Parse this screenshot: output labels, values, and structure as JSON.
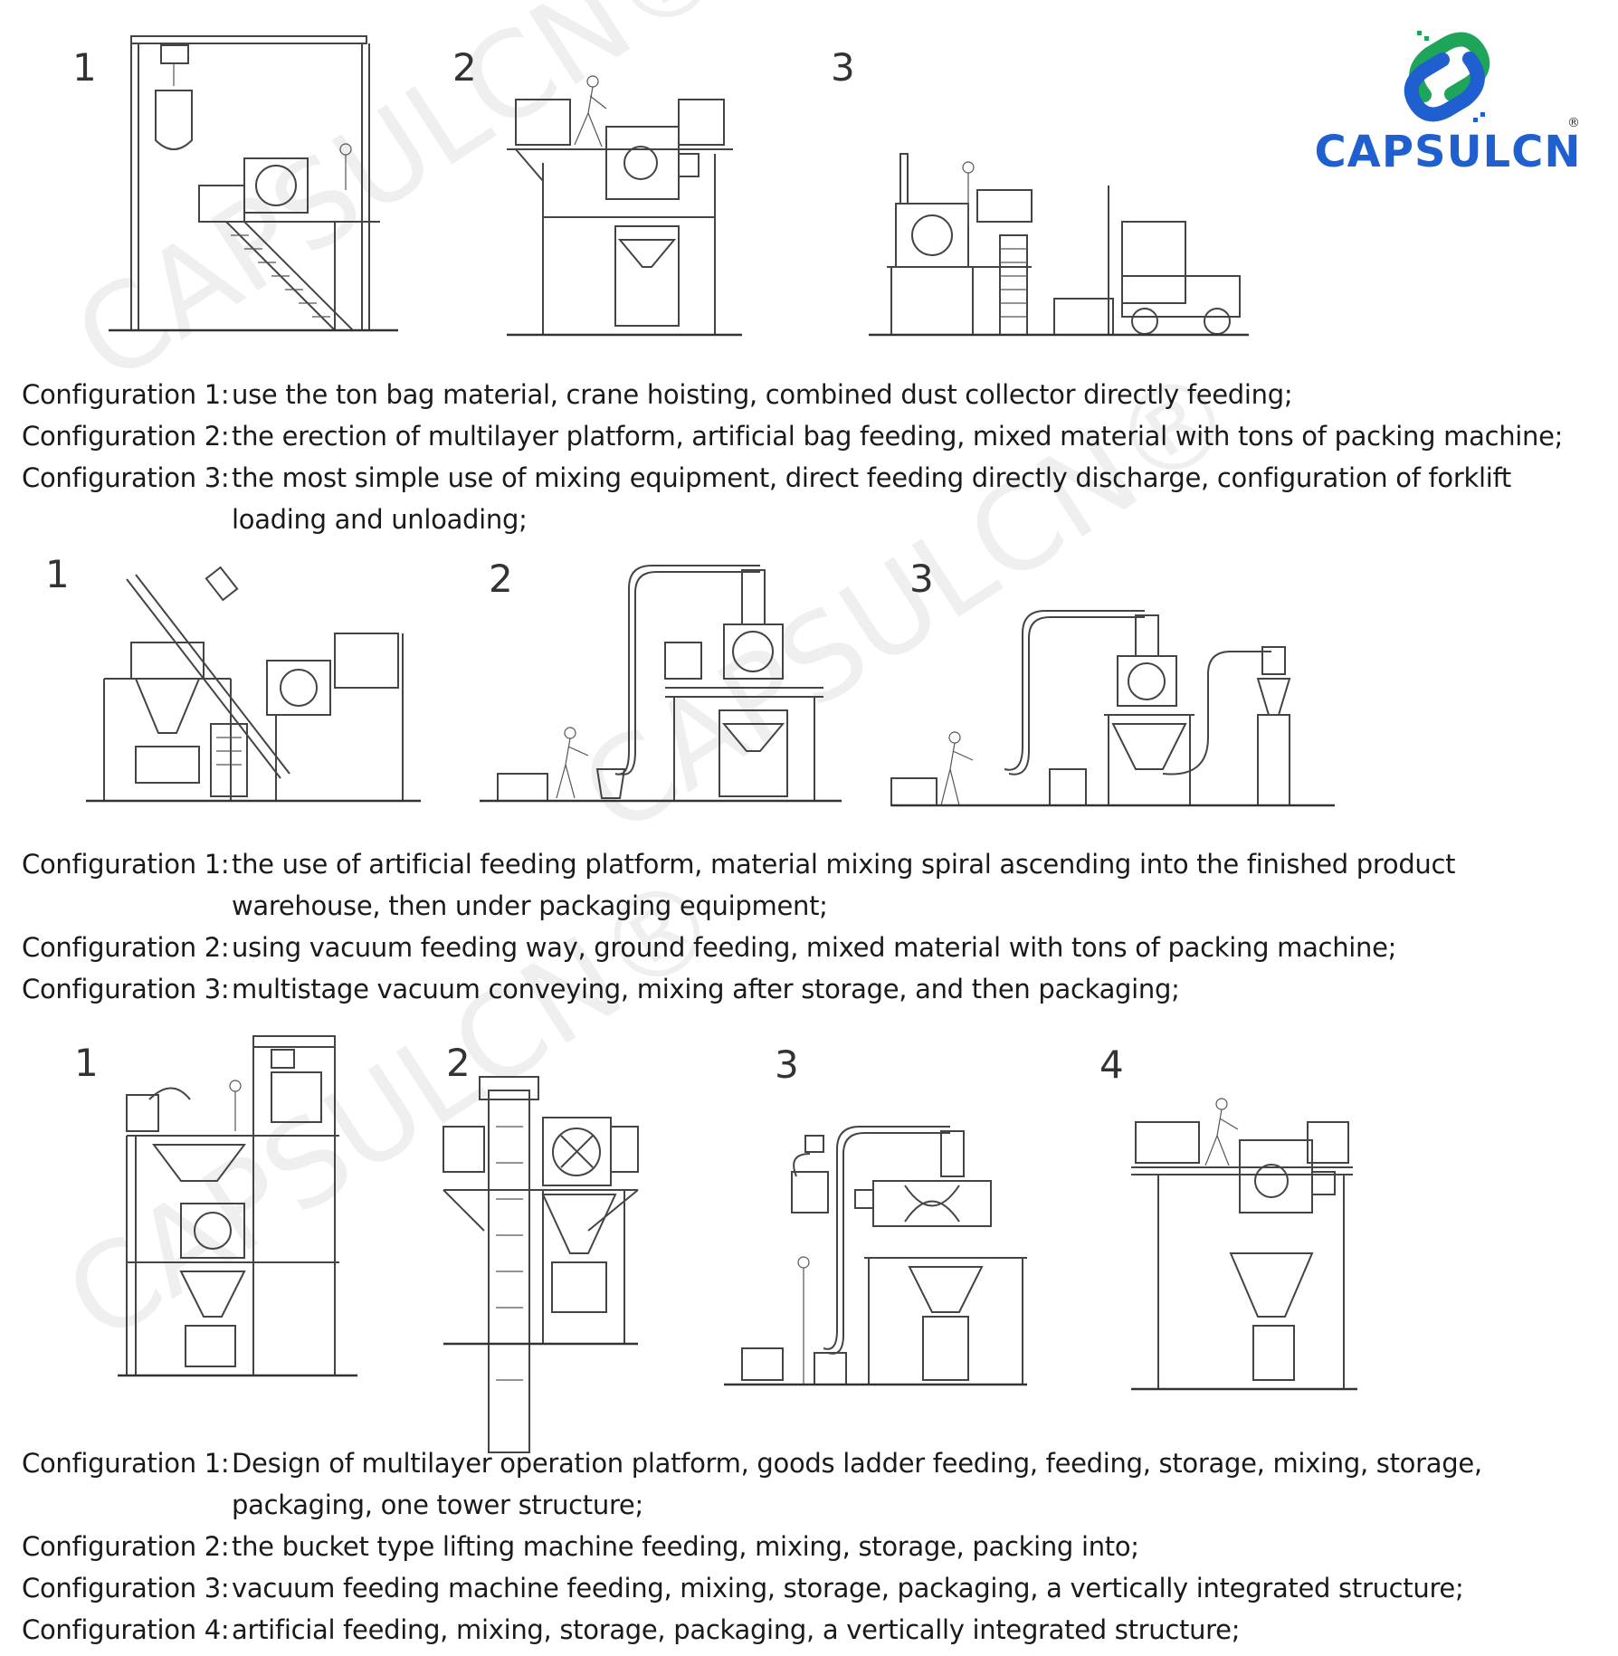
{
  "logo": {
    "brand": "CAPSULCN",
    "registered": "®",
    "colors": {
      "green": "#1fa55a",
      "blue": "#1f5fd0"
    }
  },
  "watermark": "CAPSULCN®",
  "section1": {
    "numbers": [
      "1",
      "2",
      "3"
    ],
    "captions": [
      {
        "label": "Configuration 1:",
        "text": "use the ton bag material, crane hoisting, combined dust collector directly feeding;"
      },
      {
        "label": "Configuration 2:",
        "text": "the erection of multilayer platform, artificial bag feeding, mixed material with tons of packing machine;"
      },
      {
        "label": "Configuration 3:",
        "text": "the most simple use of mixing equipment, direct feeding directly discharge, configuration of forklift loading and unloading;"
      }
    ]
  },
  "section2": {
    "numbers": [
      "1",
      "2",
      "3"
    ],
    "captions": [
      {
        "label": "Configuration 1:",
        "text": "the use of artificial feeding platform, material mixing spiral ascending into the finished product warehouse, then under packaging equipment;"
      },
      {
        "label": "Configuration 2:",
        "text": "using vacuum feeding way, ground feeding, mixed material with tons of packing machine;"
      },
      {
        "label": "Configuration 3:",
        "text": "multistage vacuum conveying, mixing after storage, and then packaging;"
      }
    ]
  },
  "section3": {
    "numbers": [
      "1",
      "2",
      "3",
      "4"
    ],
    "captions": [
      {
        "label": "Configuration 1:",
        "text": "Design of multilayer operation platform, goods ladder feeding, feeding, storage, mixing, storage, packaging, one tower structure;"
      },
      {
        "label": "Configuration 2:",
        "text": "the bucket type lifting machine feeding, mixing, storage, packing into;"
      },
      {
        "label": "Configuration 3:",
        "text": "vacuum feeding machine feeding, mixing, storage, packaging, a vertically integrated structure;"
      },
      {
        "label": "Configuration 4:",
        "text": "artificial feeding, mixing, storage, packaging, a vertically integrated structure;"
      }
    ]
  }
}
